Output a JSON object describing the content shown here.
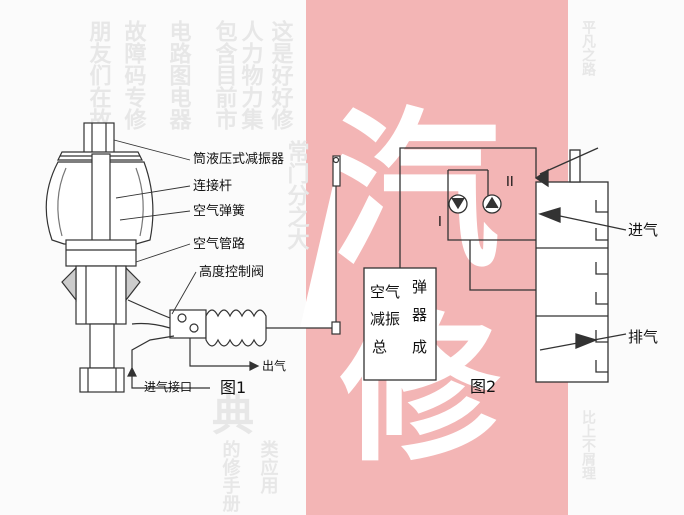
{
  "watermark": {
    "big_chars": [
      "汽",
      "修"
    ],
    "columns": [
      "朋友们在故障",
      "故障码专修",
      "电路图电器",
      "包含目前市",
      "人力物力集",
      "这是好好修",
      "常门分之大"
    ],
    "right_column": "平凡之路",
    "right_bottom": "比上不屑理",
    "bottom_chars": [
      "典",
      "类应用",
      "的修手册"
    ],
    "band_color": "#f3b5b5"
  },
  "figure1": {
    "caption": "图1",
    "labels": {
      "shock_absorber": "筒液压式减振器",
      "connecting_rod": "连接杆",
      "air_spring": "空气弹簧",
      "air_pipe": "空气管路",
      "height_valve": "高度控制阀",
      "exhaust": "出气",
      "intake_port": "进气接口"
    }
  },
  "figure2": {
    "caption": "图2",
    "assembly": [
      "空气",
      "弹",
      "减振",
      "器",
      "总",
      "成"
    ],
    "valve_labels": [
      "I",
      "II"
    ],
    "intake": "进气",
    "exhaust": "排气"
  }
}
